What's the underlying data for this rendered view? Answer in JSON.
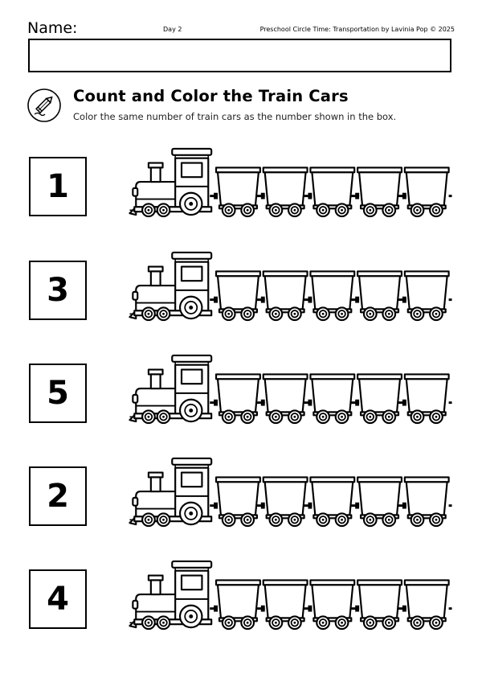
{
  "header": {
    "name_label": "Name:",
    "day_label": "Day 2",
    "credit": "Preschool Circle Time: Transportation by Lavinia Pop © 2025"
  },
  "activity": {
    "icon": "pencil-circle-icon",
    "title": "Count and Color the Train Cars",
    "instructions": "Color the same number of train cars as the number shown in the box."
  },
  "rows": [
    {
      "number": "1",
      "train_cars": 5
    },
    {
      "number": "3",
      "train_cars": 5
    },
    {
      "number": "5",
      "train_cars": 5
    },
    {
      "number": "2",
      "train_cars": 5
    },
    {
      "number": "4",
      "train_cars": 5
    }
  ]
}
